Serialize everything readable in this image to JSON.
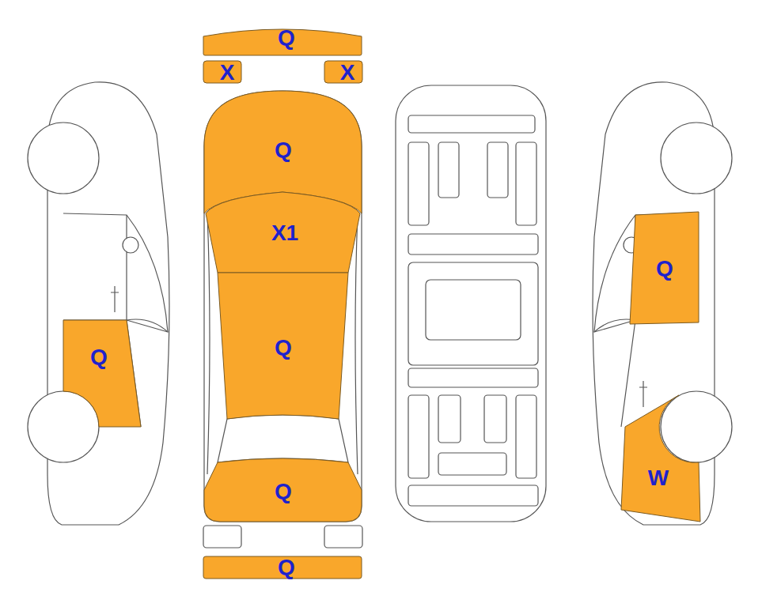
{
  "diagram": {
    "nodes": [
      {
        "text": [
          "Q"
        ]
      },
      {
        "text": [
          "X"
        ]
      },
      {
        "text": [
          "X"
        ]
      },
      {
        "text": [
          "Q"
        ]
      },
      {
        "text": [
          "X1"
        ]
      },
      {
        "text": [
          "Q"
        ]
      },
      {
        "text": [
          "Q"
        ]
      },
      {
        "text": [
          "Q"
        ]
      },
      {
        "text": [
          "Q"
        ]
      },
      {
        "text": [
          "Q"
        ]
      },
      {
        "text": [
          "W"
        ]
      }
    ]
  }
}
